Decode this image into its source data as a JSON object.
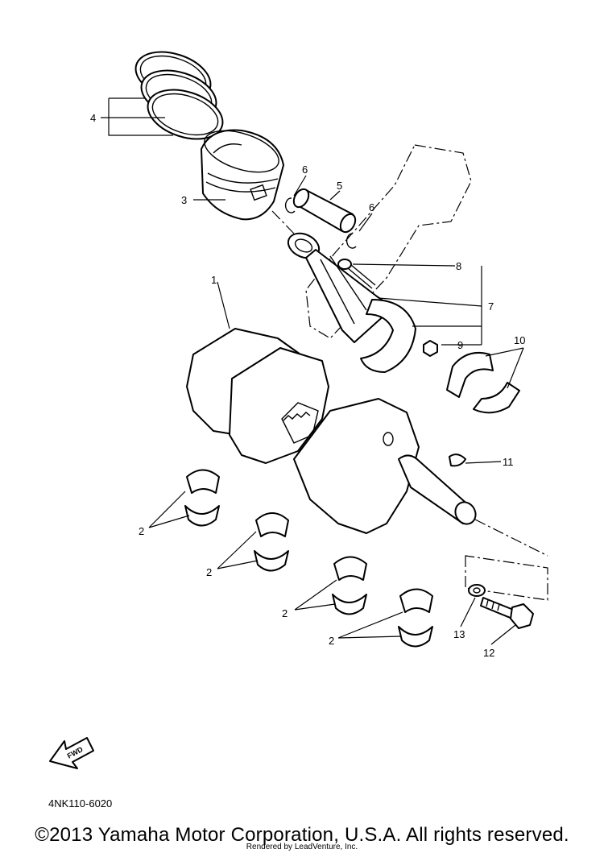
{
  "callouts": {
    "c1": "1",
    "c2a": "2",
    "c2b": "2",
    "c2c": "2",
    "c2d": "2",
    "c3": "3",
    "c4": "4",
    "c5": "5",
    "c6a": "6",
    "c6b": "6",
    "c7": "7",
    "c8": "8",
    "c9": "9",
    "c10": "10",
    "c11": "11",
    "c12": "12",
    "c13": "13"
  },
  "fwd_label": "FWD",
  "diagram_code": "4NK110-6020",
  "copyright": "©2013 Yamaha Motor Corporation, U.S.A. All rights reserved.",
  "rendered_by": "Rendered by LeadVenture, Inc.",
  "colors": {
    "line": "#000000",
    "background": "#ffffff"
  }
}
